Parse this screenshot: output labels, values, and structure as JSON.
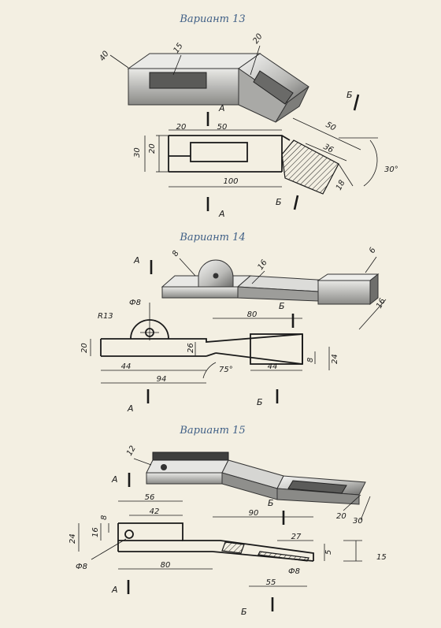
{
  "variants": [
    {
      "title": "Вариант 13",
      "iso_dims": [
        "40",
        "15",
        "20"
      ],
      "dims": [
        "20",
        "50",
        "50",
        "30",
        "20",
        "36",
        "100",
        "30°",
        "18"
      ],
      "section_labels": [
        "А",
        "А",
        "Б",
        "Б"
      ]
    },
    {
      "title": "Вариант 14",
      "iso_dims": [
        "8",
        "16",
        "6",
        "16"
      ],
      "dims": [
        "Ф8",
        "R13",
        "80",
        "20",
        "26",
        "8",
        "24",
        "44",
        "44",
        "94",
        "75°"
      ],
      "section_labels": [
        "А",
        "А",
        "Б",
        "Б"
      ]
    },
    {
      "title": "Вариант 15",
      "iso_dims": [
        "12",
        "20",
        "30"
      ],
      "dims": [
        "56",
        "42",
        "8",
        "24",
        "16",
        "90",
        "27",
        "5",
        "15",
        "Ф8",
        "80",
        "Ф8",
        "55"
      ],
      "section_labels": [
        "А",
        "А",
        "Б",
        "Б"
      ]
    }
  ],
  "colors": {
    "title": "#3f5f86",
    "ink": "#1a1a1a",
    "paper": "#f3efe2"
  }
}
